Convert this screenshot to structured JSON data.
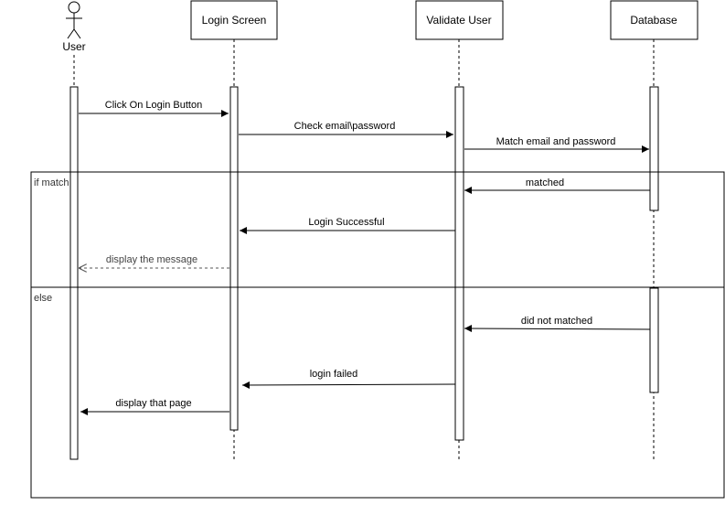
{
  "diagram": {
    "type": "sequence",
    "participants": [
      {
        "id": "user",
        "label": "User",
        "kind": "actor"
      },
      {
        "id": "login",
        "label": "Login Screen",
        "kind": "box"
      },
      {
        "id": "validate",
        "label": "Validate User",
        "kind": "box"
      },
      {
        "id": "db",
        "label": "Database",
        "kind": "box"
      }
    ],
    "fragments": [
      {
        "id": "if",
        "label": "if match"
      },
      {
        "id": "else",
        "label": "else"
      }
    ],
    "messages": [
      {
        "id": "m1",
        "from": "user",
        "to": "login",
        "label": "Click On Login Button",
        "style": "solid"
      },
      {
        "id": "m2",
        "from": "login",
        "to": "validate",
        "label": "Check email\\password",
        "style": "solid"
      },
      {
        "id": "m3",
        "from": "validate",
        "to": "db",
        "label": "Match email and password",
        "style": "solid"
      },
      {
        "id": "m4",
        "from": "db",
        "to": "validate",
        "label": "matched",
        "style": "solid"
      },
      {
        "id": "m5",
        "from": "validate",
        "to": "login",
        "label": "Login Successful",
        "style": "solid"
      },
      {
        "id": "m6",
        "from": "login",
        "to": "user",
        "label": "display the message",
        "style": "dashed"
      },
      {
        "id": "m7",
        "from": "db",
        "to": "validate",
        "label": "did not matched",
        "style": "solid"
      },
      {
        "id": "m8",
        "from": "validate",
        "to": "login",
        "label": "login failed",
        "style": "solid"
      },
      {
        "id": "m9",
        "from": "login",
        "to": "user",
        "label": "display that page",
        "style": "solid"
      }
    ],
    "colors": {
      "stroke": "#000000",
      "background": "#ffffff",
      "fragment_label": "#333333"
    }
  }
}
